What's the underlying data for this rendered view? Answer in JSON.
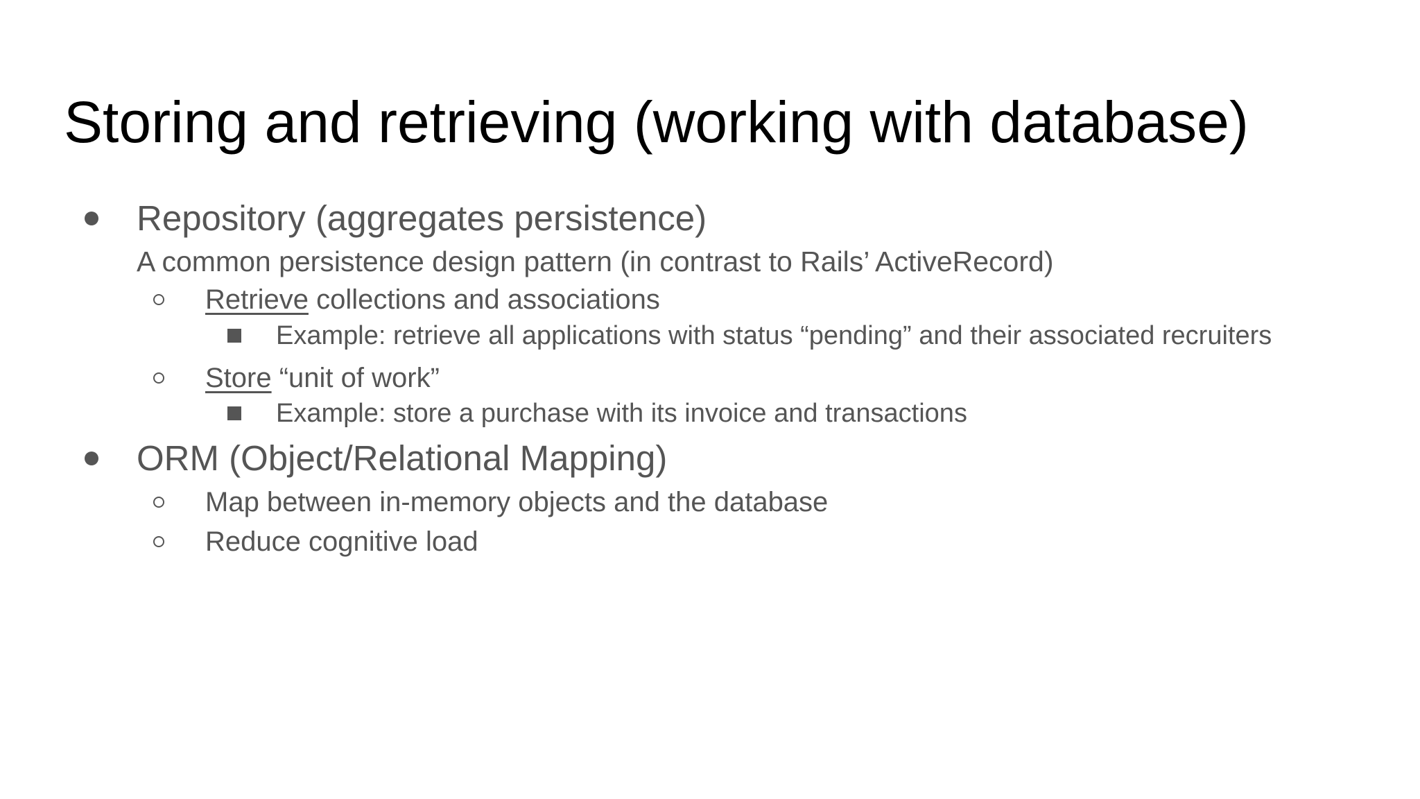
{
  "slide": {
    "title": "Storing and retrieving (working with database)",
    "bullets": {
      "repository": {
        "label": "Repository (aggregates persistence)"
      },
      "repository_note": {
        "label": "A common persistence design pattern (in contrast to Rails’ ActiveRecord)"
      },
      "retrieve": {
        "underlined": "Retrieve",
        "rest": " collections and associations"
      },
      "retrieve_example": {
        "label": "Example: retrieve all applications with status “pending” and their associated recruiters"
      },
      "store": {
        "underlined": "Store",
        "rest": " “unit of work”"
      },
      "store_example": {
        "label": "Example: store a purchase with its invoice and transactions"
      },
      "orm": {
        "label": "ORM (Object/Relational Mapping)"
      },
      "orm_map": {
        "label": "Map between in-memory objects and the database"
      },
      "orm_reduce": {
        "label": "Reduce cognitive load"
      }
    },
    "icons": {
      "disc_bullet": "●",
      "circle_bullet": "○",
      "square_bullet": "■"
    },
    "colors": {
      "background": "#ffffff",
      "title_text": "#000000",
      "body_text": "#555555"
    }
  }
}
